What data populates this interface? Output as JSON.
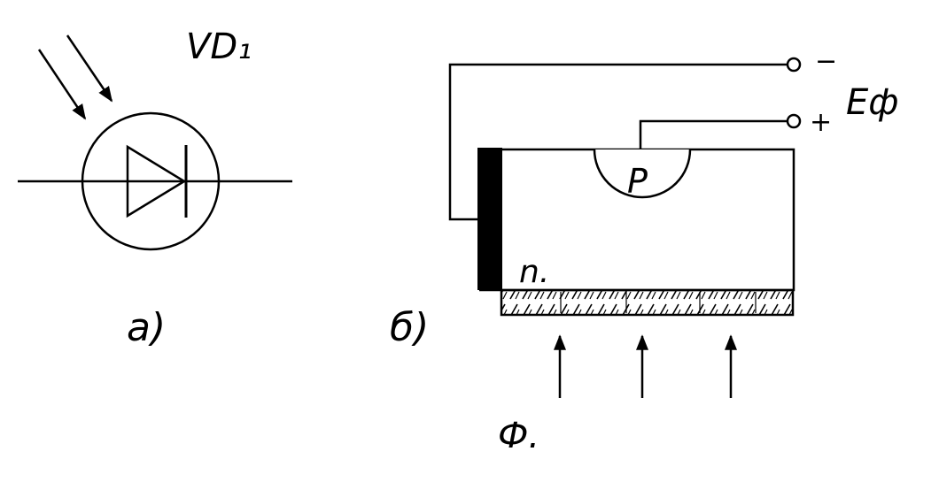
{
  "diagram_a": {
    "component_label": "VD₁",
    "caption": "а)"
  },
  "diagram_b": {
    "terminal_minus": "−",
    "terminal_plus": "+",
    "source_label": "Eф",
    "p_region_label": "P",
    "n_region_label": "n.",
    "caption": "б)",
    "flux_label": "Ф."
  }
}
